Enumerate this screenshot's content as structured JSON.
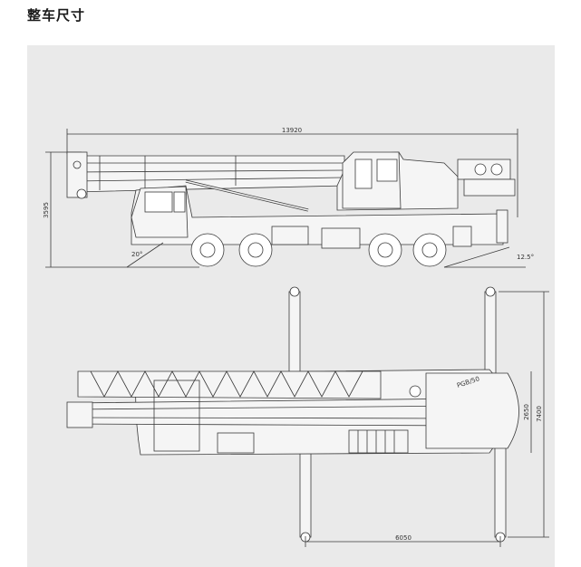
{
  "page": {
    "title": "整车尺寸"
  },
  "side_view": {
    "overall_length": "13920",
    "overall_height": "3595",
    "approach_angle": "20°",
    "departure_angle": "12.5°"
  },
  "top_view": {
    "outrigger_longitudinal_span": "6050",
    "outrigger_transverse_full": "7400",
    "outrigger_transverse_half": "2650",
    "boom_label": "PGB/50"
  },
  "colors": {
    "panel_bg": "#eaeaea",
    "line": "#3a3a3a"
  }
}
